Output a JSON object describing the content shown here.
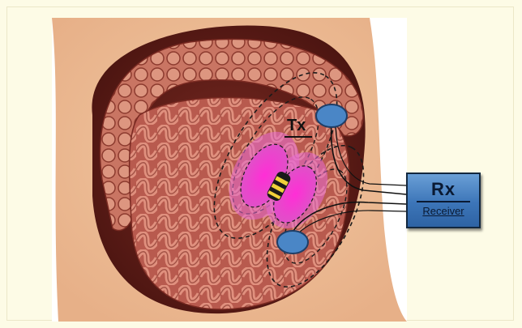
{
  "diagram": {
    "transmitter_label": "Tx",
    "receiver": {
      "title": "Rx",
      "subtitle": "Receiver"
    },
    "colors": {
      "background": "#fdfbe6",
      "receiver_box": "#3c75b8",
      "electrode": "#4a86c6",
      "signal_field": "#e21fbf"
    }
  }
}
